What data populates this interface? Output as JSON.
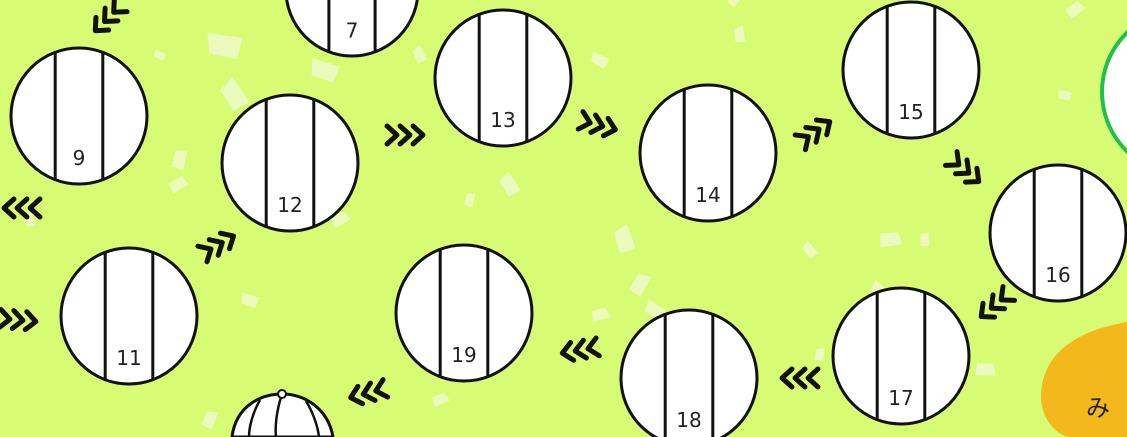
{
  "board": {
    "background_color": "#d8fb74",
    "confetti_color": "#f1fbd6",
    "outline_color": "#111111",
    "goal_ring_color": "#22c04a",
    "bubble_color": "#f3b81c",
    "bubble_text": "み"
  },
  "spaces": [
    {
      "label": "7"
    },
    {
      "label": "9"
    },
    {
      "label": "11"
    },
    {
      "label": "12"
    },
    {
      "label": "13"
    },
    {
      "label": "14"
    },
    {
      "label": "15"
    },
    {
      "label": "16"
    },
    {
      "label": "17"
    },
    {
      "label": "18"
    },
    {
      "label": "19"
    }
  ],
  "arrows": [
    {
      "direction": "left-down",
      "icon": "chevron-arrow-icon"
    },
    {
      "direction": "left",
      "icon": "chevron-arrow-icon"
    },
    {
      "direction": "right",
      "icon": "chevron-arrow-icon"
    },
    {
      "direction": "right-up",
      "icon": "chevron-arrow-icon"
    },
    {
      "direction": "right",
      "icon": "chevron-arrow-icon"
    },
    {
      "direction": "right",
      "icon": "chevron-arrow-icon"
    },
    {
      "direction": "right-up",
      "icon": "chevron-arrow-icon"
    },
    {
      "direction": "right-down",
      "icon": "chevron-arrow-icon"
    },
    {
      "direction": "left-down",
      "icon": "chevron-arrow-icon"
    },
    {
      "direction": "left",
      "icon": "chevron-arrow-icon"
    },
    {
      "direction": "left",
      "icon": "chevron-arrow-icon"
    },
    {
      "direction": "left",
      "icon": "chevron-arrow-icon"
    }
  ]
}
